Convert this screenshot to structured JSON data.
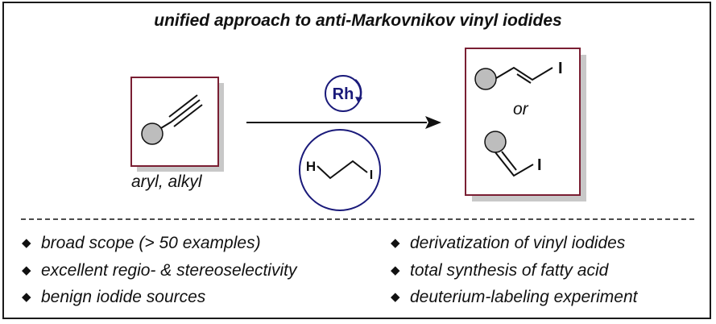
{
  "title": "unified approach to anti-Markovnikov vinyl iodides",
  "substrate_label": "aryl, alkyl",
  "catalyst_label": "Rh",
  "reagent_atoms": {
    "h": "H",
    "i": "I"
  },
  "product_atoms": {
    "i_top": "I",
    "i_bottom": "I"
  },
  "product_connector": "or",
  "bullet_symbol": "◆",
  "features_left": [
    "broad scope (> 50 examples)",
    "excellent regio- & stereoselectivity",
    "benign iodide sources"
  ],
  "features_right": [
    "derivatization of vinyl iodides",
    "total synthesis of fatty acid",
    "deuterium-labeling experiment"
  ],
  "colors": {
    "box_border": "#7a1f33",
    "circle_blue": "#1a1a7a",
    "ball_fill": "#bdbdbd",
    "shadow": "#c8c8c8"
  }
}
